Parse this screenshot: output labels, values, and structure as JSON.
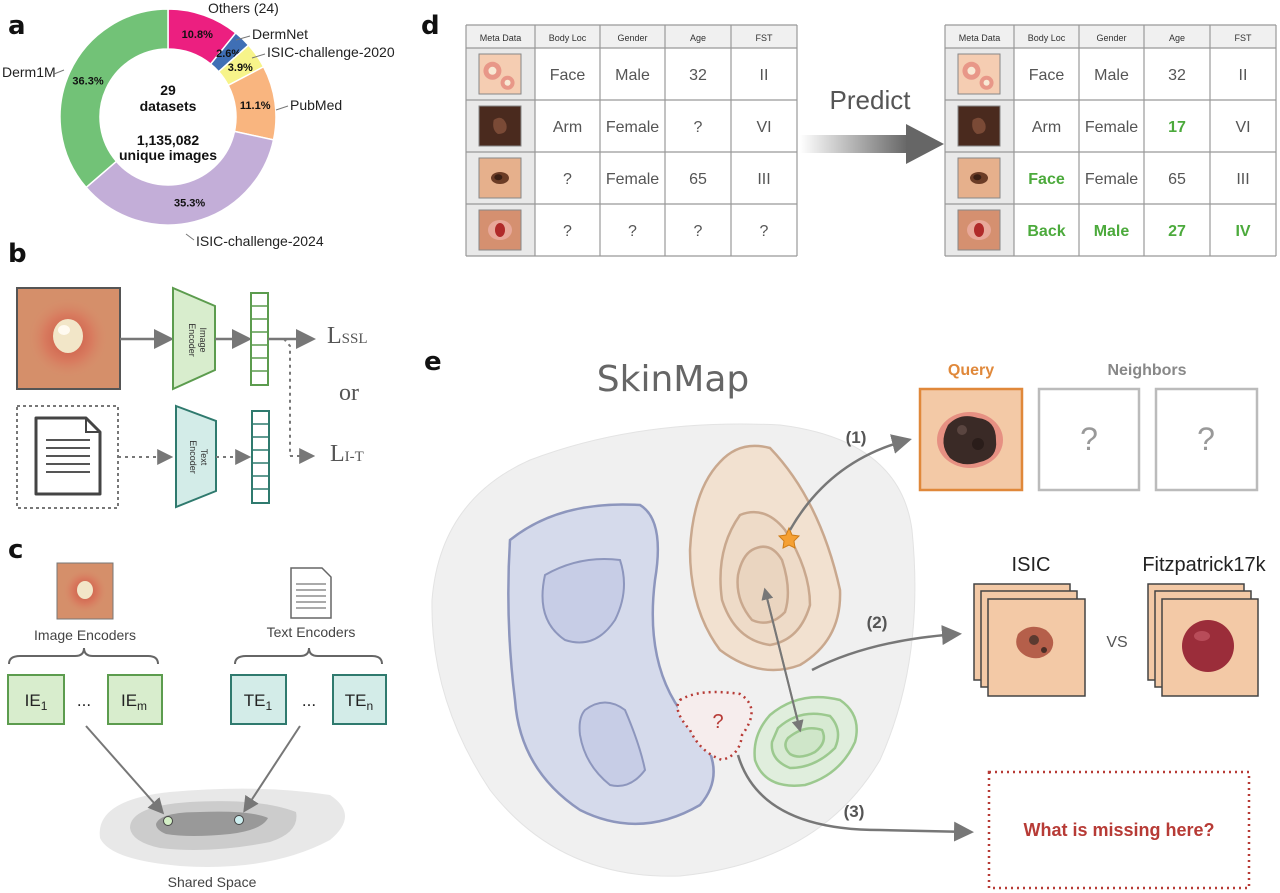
{
  "panels": {
    "a": {
      "label": "a",
      "center_line1": "29",
      "center_line2": "datasets",
      "center_line3": "1,135,082",
      "center_line4": "unique images",
      "chart_data": {
        "type": "pie",
        "categories": [
          "Others (24)",
          "DermNet",
          "ISIC-challenge-2020",
          "PubMed",
          "ISIC-challenge-2024",
          "Derm1M"
        ],
        "values": [
          10.8,
          2.6,
          3.9,
          11.1,
          35.3,
          36.3
        ],
        "value_labels": [
          "10.8%",
          "2.6%",
          "3.9%",
          "11.1%",
          "35.3%",
          "36.3%"
        ],
        "colors": [
          "#ec1f80",
          "#3f6fb5",
          "#f7f48a",
          "#f9b57f",
          "#c3aed8",
          "#72c277"
        ]
      }
    },
    "b": {
      "label": "b",
      "image_encoder": "Image\nEncoder",
      "text_encoder": "Text\nEncoder",
      "loss_ssl_main": "L",
      "loss_ssl_sub": "SSL",
      "or": "or",
      "loss_it_main": "L",
      "loss_it_sub": "I-T"
    },
    "c": {
      "label": "c",
      "image_encoders": "Image Encoders",
      "text_encoders": "Text Encoders",
      "ie1_main": "IE",
      "ie1_sub": "1",
      "iem_main": "IE",
      "iem_sub": "m",
      "te1_main": "TE",
      "te1_sub": "1",
      "ten_main": "TE",
      "ten_sub": "n",
      "dots": "...",
      "shared_space": "Shared Space"
    },
    "d": {
      "label": "d",
      "predict": "Predict",
      "headers": [
        "Meta Data",
        "Body Loc",
        "Gender",
        "Age",
        "FST"
      ],
      "left_rows": [
        [
          "Face",
          "Male",
          "32",
          "II"
        ],
        [
          "Arm",
          "Female",
          "?",
          "VI"
        ],
        [
          "?",
          "Female",
          "65",
          "III"
        ],
        [
          "?",
          "?",
          "?",
          "?"
        ]
      ],
      "right_rows": [
        [
          "Face",
          "Male",
          "32",
          "II"
        ],
        [
          "Arm",
          "Female",
          "17",
          "VI"
        ],
        [
          "Face",
          "Female",
          "65",
          "III"
        ],
        [
          "Back",
          "Male",
          "27",
          "IV"
        ]
      ]
    },
    "e": {
      "label": "e",
      "title": "SkinMap",
      "query": "Query",
      "neighbors": "Neighbors",
      "question": "?",
      "step1": "(1)",
      "step2": "(2)",
      "step3": "(3)",
      "isic": "ISIC",
      "vs": "VS",
      "fitz": "Fitzpatrick17k",
      "missing": "What is missing  here?"
    }
  }
}
